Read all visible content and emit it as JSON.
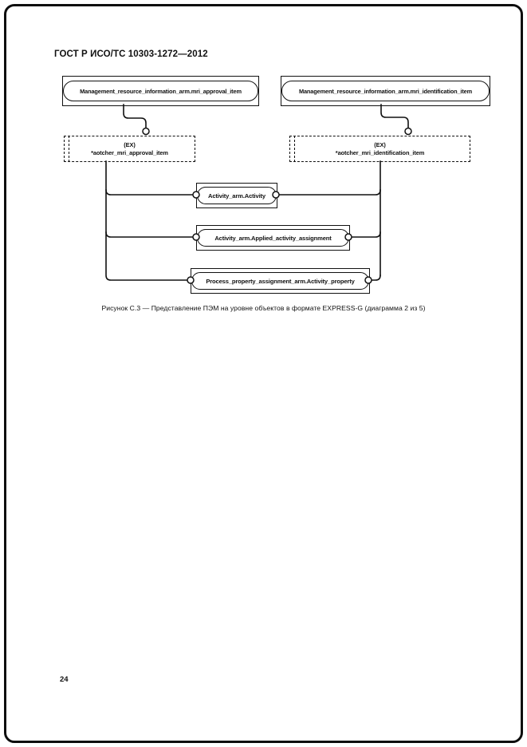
{
  "page": {
    "header": "ГОСТ Р ИСО/ТС 10303-1272—2012",
    "caption": "Рисунок С.3 — Представление ПЭМ на уровне объектов в формате EXPRESS-G (диаграмма 2 из 5)",
    "page_number": "24"
  },
  "colors": {
    "ink": "#111111",
    "paper": "#ffffff"
  },
  "diagram": {
    "page_refs": [
      {
        "label": "Management_resource_information_arm.mri_approval_item"
      },
      {
        "label": "Management_resource_information_arm.mri_identification_item"
      }
    ],
    "select_types": [
      {
        "tag": "(EX)",
        "label": "*aotcher_mri_approval_item"
      },
      {
        "tag": "(EX)",
        "label": "*aotcher_mri_identification_item"
      }
    ],
    "entities": [
      {
        "label": "Activity_arm.Activity"
      },
      {
        "label": "Activity_arm.Applied_activity_assignment"
      },
      {
        "label": "Process_property_assignment_arm.Activity_property"
      }
    ]
  }
}
